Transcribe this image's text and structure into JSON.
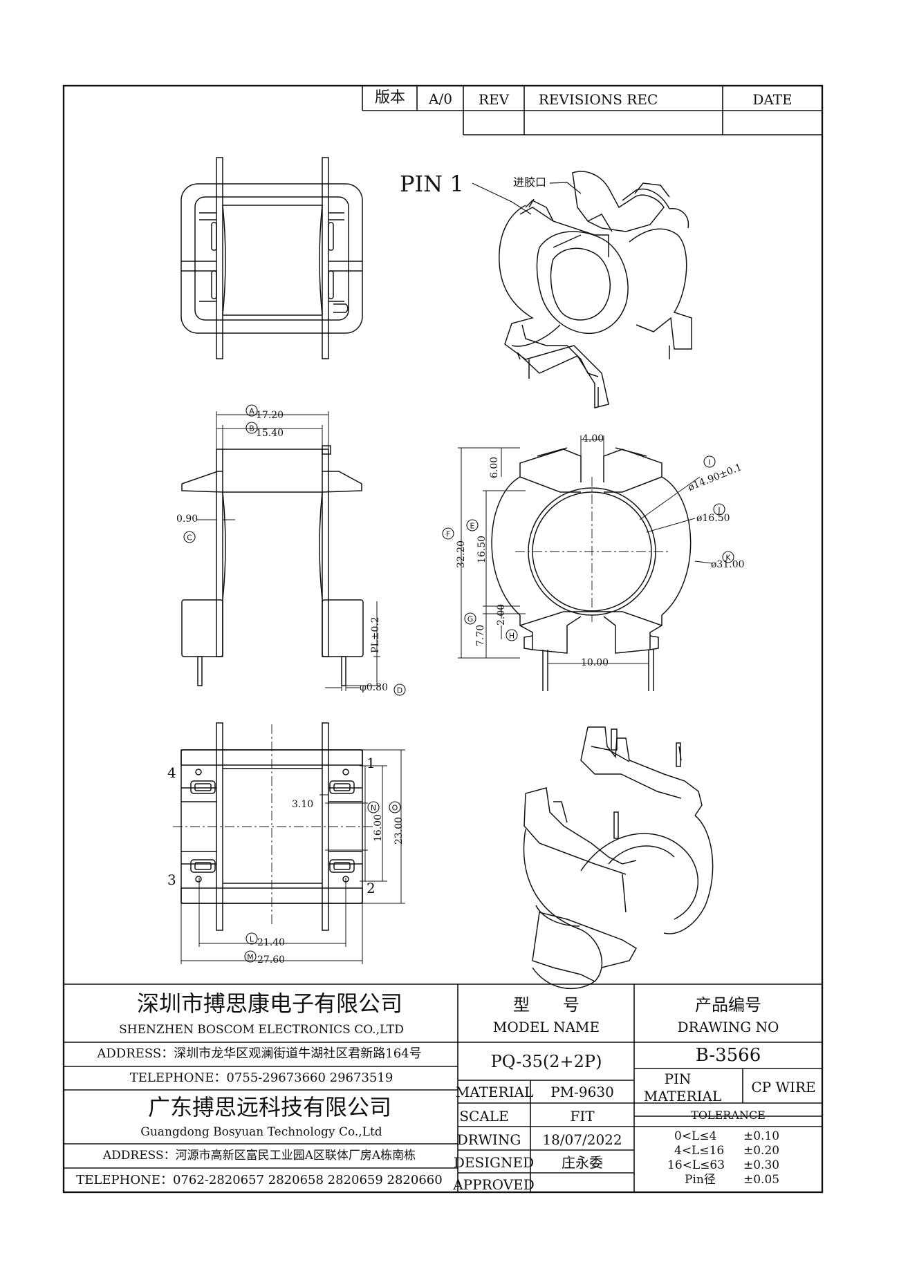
{
  "revision_block": {
    "version_label": "版本",
    "version_value": "A/0",
    "rev_label": "REV",
    "revisions_label": "REVISIONS REC",
    "date_label": "DATE"
  },
  "views": {
    "pin1_label": "PIN 1",
    "gate_label": "进胶口",
    "pin_numbers": [
      "4",
      "1",
      "3",
      "2"
    ]
  },
  "dimensions": {
    "A": {
      "circle": "A",
      "value": "17.20"
    },
    "B": {
      "circle": "B",
      "value": "15.40"
    },
    "C": {
      "circle": "C",
      "value": "0.90"
    },
    "D": {
      "circle": "D",
      "value": "φ0.80"
    },
    "PL": "PL±0.2",
    "width_top": "4.00",
    "height_top": "6.00",
    "E": {
      "circle": "E",
      "value": "16.50"
    },
    "F": {
      "circle": "F",
      "value": "32.20"
    },
    "G": {
      "circle": "G",
      "value": "7.70"
    },
    "H": {
      "circle": "H",
      "value": "2.00"
    },
    "I": {
      "circle": "I",
      "value": "ø14.90±0.1"
    },
    "J": {
      "circle": "J",
      "value": "ø16.50"
    },
    "K": {
      "circle": "K",
      "value": "ø31.00"
    },
    "pin_span": "10.00",
    "slot": "3.10",
    "N": {
      "circle": "N",
      "value": "16.00"
    },
    "O": {
      "circle": "O",
      "value": "23.00"
    },
    "L": {
      "circle": "L",
      "value": "21.40"
    },
    "M": {
      "circle": "M",
      "value": "27.60"
    }
  },
  "title_block": {
    "company1_cn": "深圳市搏思康电子有限公司",
    "company1_en": "SHENZHEN BOSCOM ELECTRONICS CO.,LTD",
    "address1": "ADDRESS：深圳市龙华区观澜街道牛湖社区君新路164号",
    "telephone1": "TELEPHONE：0755-29673660 29673519",
    "company2_cn": "广东搏思远科技有限公司",
    "company2_en": "Guangdong Bosyuan Technology Co.,Ltd",
    "address2": "ADDRESS：河源市高新区富民工业园A区联体厂房A栋南栋",
    "telephone2": "TELEPHONE：0762-2820657 2820658 2820659 2820660",
    "model_label_cn": "型　　号",
    "model_label_en": "MODEL NAME",
    "model_value": "PQ-35(2+2P)",
    "drawing_label_cn": "产品编号",
    "drawing_label_en": "DRAWING NO",
    "drawing_value": "B-3566",
    "material_label": "MATERIAL",
    "material_value": "PM-9630",
    "scale_label": "SCALE",
    "scale_value": "FIT",
    "drawing_date_label": "DRWING",
    "drawing_date_value": "18/07/2022",
    "designed_label": "DESIGNED",
    "designed_value": "庄永委",
    "approved_label": "APPROVED",
    "approved_value": "",
    "pin_material_label1": "PIN",
    "pin_material_label2": "MATERIAL",
    "pin_material_value": "CP WIRE",
    "tolerance_label": "TOLERANCE",
    "tolerances": [
      {
        "range": "0<L≤4",
        "value": "±0.10"
      },
      {
        "range": "4<L≤16",
        "value": "±0.20"
      },
      {
        "range": "16<L≤63",
        "value": "±0.30"
      },
      {
        "range": "Pin径",
        "value": "±0.05"
      }
    ]
  }
}
